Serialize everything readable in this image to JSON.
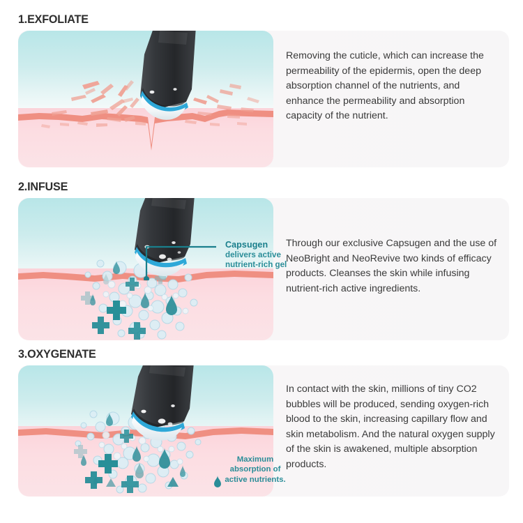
{
  "palette": {
    "heading": "#2e2e2e",
    "body_text": "#3a3a3a",
    "panel_cyan_top": "#b8e6e8",
    "skin_pink": "#fbd3da",
    "dermis_line": "#ef8f82",
    "teal_accent": "#1a7f8c",
    "teal_light": "#2a8d98",
    "device_black": "#2f3134",
    "device_ring_blue": "#2ea8d8",
    "text_panel_bg": "#f7f6f7"
  },
  "sections": [
    {
      "id": "exfoliate",
      "title": "1.EXFOLIATE",
      "paragraph": "Removing the cuticle, which can increase the permeability of the epidermis, open the deep absorption channel of the nutrients, and enhance the permeability and absorption capacity of the nutrient.",
      "callouts": []
    },
    {
      "id": "infuse",
      "title": "2.INFUSE",
      "paragraph": "Through our exclusive Capsugen and the use of NeoBright and NeoRevive two kinds of efficacy products. Cleanses the skin while infusing nutrient-rich active ingredients.",
      "callouts": [
        {
          "id": "capsugen",
          "head": "Capsugen",
          "lines": [
            "delivers active",
            "nutrient-rich gel"
          ]
        }
      ]
    },
    {
      "id": "oxygenate",
      "title": "3.OXYGENATE",
      "paragraph": "In contact with the skin, millions of tiny CO2 bubbles will be produced, sending oxygen-rich blood to the skin, increasing capillary flow and skin metabolism. And the natural oxygen supply of the skin is awakened, multiple absorption products.",
      "callouts": [
        {
          "id": "maximum-absorption",
          "head": "",
          "lines": [
            "Maximum",
            "absorption of",
            "active nutrients."
          ]
        }
      ]
    }
  ]
}
